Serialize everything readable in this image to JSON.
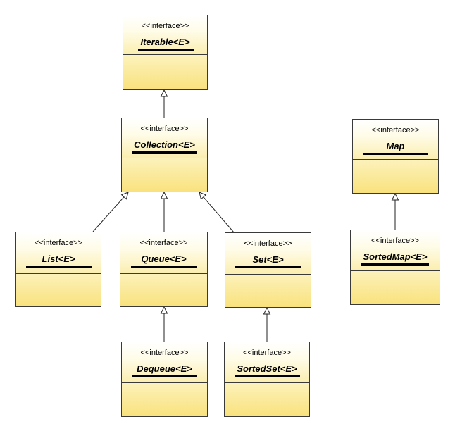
{
  "stereotype": "<<interface>>",
  "nodes": {
    "iterable": {
      "name": "Iterable<E>"
    },
    "collection": {
      "name": "Collection<E>"
    },
    "list": {
      "name": "List<E>"
    },
    "queue": {
      "name": "Queue<E>"
    },
    "set": {
      "name": "Set<E>"
    },
    "deque": {
      "name": "Dequeue<E>"
    },
    "sortedset": {
      "name": "SortedSet<E>"
    },
    "map": {
      "name": "Map"
    },
    "sortedmap": {
      "name": "SortedMap<E>"
    }
  },
  "edges": [
    {
      "from": "collection",
      "to": "iterable"
    },
    {
      "from": "list",
      "to": "collection"
    },
    {
      "from": "queue",
      "to": "collection"
    },
    {
      "from": "set",
      "to": "collection"
    },
    {
      "from": "deque",
      "to": "queue"
    },
    {
      "from": "sortedset",
      "to": "set"
    },
    {
      "from": "sortedmap",
      "to": "map"
    }
  ]
}
